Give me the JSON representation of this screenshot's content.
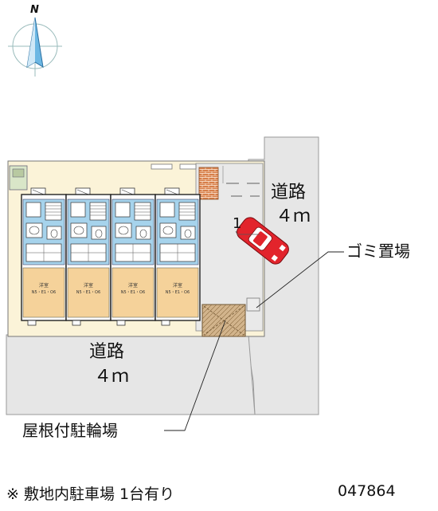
{
  "compass": {
    "north_label": "N"
  },
  "roads": [
    {
      "line1": "道路",
      "line2": "４ｍ"
    },
    {
      "line1": "道路",
      "line2": "４ｍ"
    }
  ],
  "labels": {
    "garbage": "ゴミ置場",
    "bike_parking": "屋根付駐輪場",
    "parking_number": "1"
  },
  "unit_room_label": "洋室",
  "unit_size_label": "N5・E1・O6",
  "units_count": 4,
  "footer": {
    "note": "※ 敷地内駐車場 1台有り",
    "code": "047864"
  },
  "colors": {
    "site_fill": "#fbf3d8",
    "road_fill": "#e6e6e6",
    "bath_blue": "#a6d3ec",
    "room_orange": "#f5d29a",
    "car_red": "#e2242c",
    "brick": "#d77f4a",
    "bike_roof": "#d2b48c"
  }
}
